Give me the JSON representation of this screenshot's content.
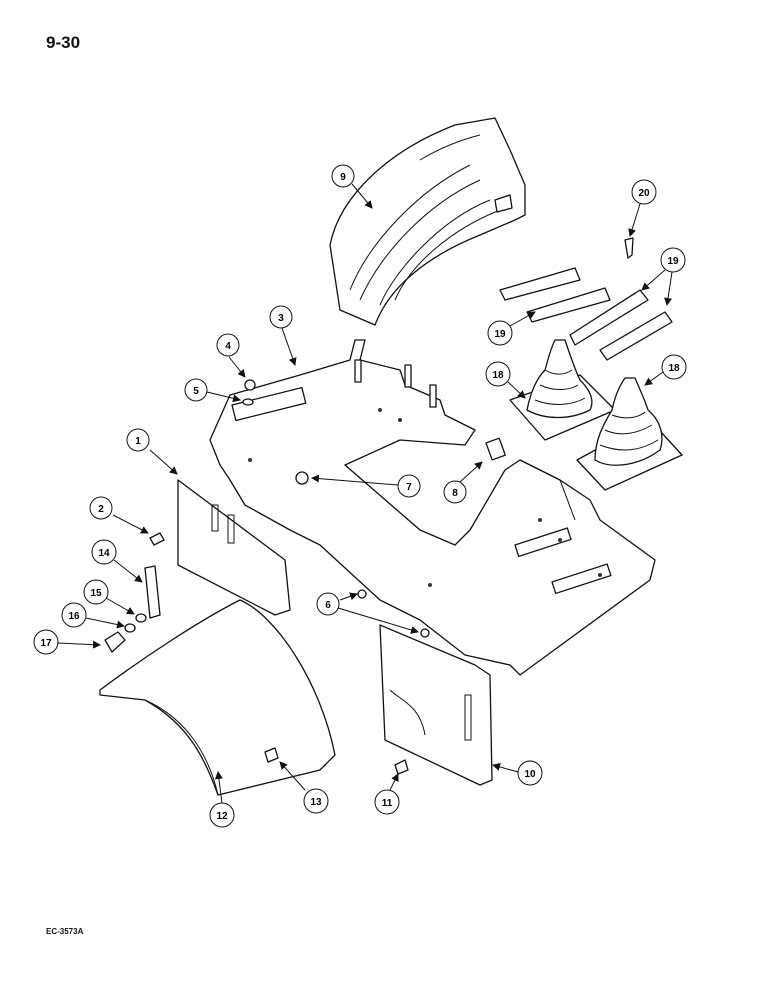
{
  "page_number": "9-30",
  "figure_code": "EC-3573A",
  "callouts": [
    "1",
    "2",
    "3",
    "4",
    "5",
    "6",
    "7",
    "8",
    "9",
    "10",
    "11",
    "12",
    "13",
    "14",
    "15",
    "16",
    "17",
    "18",
    "18",
    "19",
    "19",
    "20"
  ]
}
